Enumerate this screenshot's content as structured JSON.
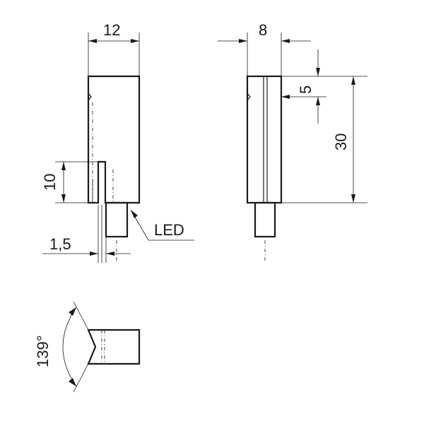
{
  "labels": {
    "width_front": "12",
    "width_side": "8",
    "dim_5": "5",
    "dim_30": "30",
    "dim_10": "10",
    "dim_1_5": "1,5",
    "led": "LED",
    "angle": "139°"
  },
  "colors": {
    "line": "#1a1a1a",
    "background": "#ffffff"
  }
}
